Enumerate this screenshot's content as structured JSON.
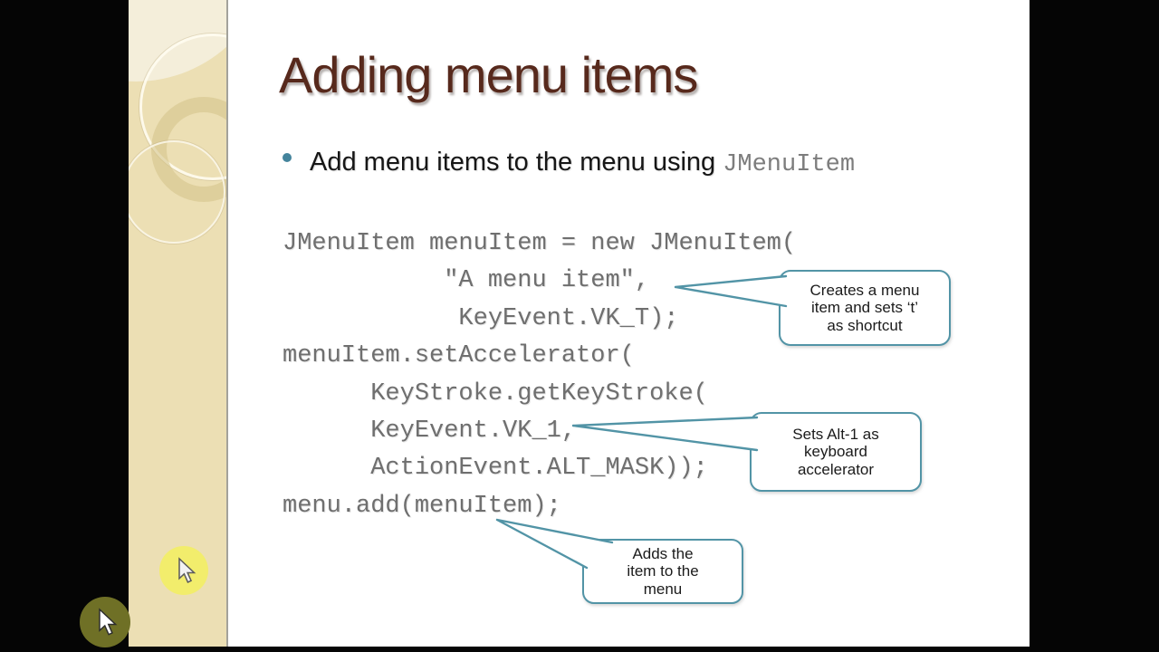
{
  "slide": {
    "title": "Adding menu items",
    "bullet": {
      "text_before": "Add menu items to the menu using ",
      "code_term": "JMenuItem"
    },
    "code_lines": [
      "JMenuItem menuItem = new JMenuItem(",
      "           \"A menu item\",",
      "            KeyEvent.VK_T);",
      "menuItem.setAccelerator(",
      "      KeyStroke.getKeyStroke(",
      "      KeyEvent.VK_1,",
      "      ActionEvent.ALT_MASK));",
      "menu.add(menuItem);"
    ],
    "callouts": [
      {
        "lines": [
          "Creates a menu",
          "item and sets ‘t’",
          "as shortcut"
        ]
      },
      {
        "lines": [
          "Sets Alt-1 as",
          "keyboard",
          "accelerator"
        ]
      },
      {
        "lines": [
          "Adds the",
          "item to the",
          "menu"
        ]
      }
    ],
    "icons": {
      "cursor": "mouse-arrow-cursor",
      "cursor_highlight": "yellow-highlight-circle"
    },
    "colors": {
      "title_text": "#57291c",
      "code_text": "#6f6f6f",
      "callout_border": "#5294a6",
      "bullet_dot": "#44849c",
      "sidebar_tan": "#ecdfb4",
      "highlight_yellow": "#f2ee66",
      "highlight_olive": "#6f7026",
      "letterbox_black": "#050505"
    }
  }
}
